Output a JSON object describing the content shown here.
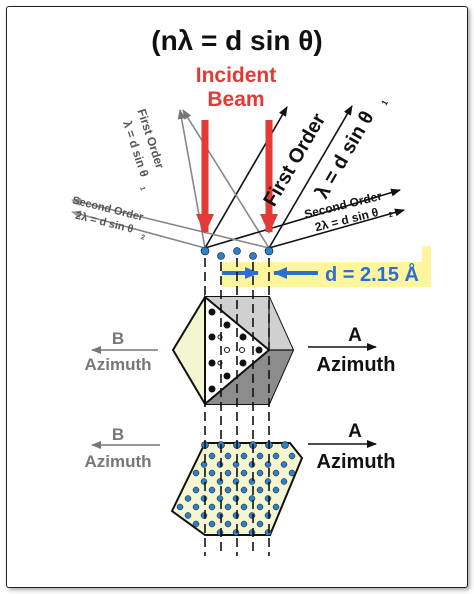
{
  "equation": "(nλ = d sin θ)",
  "incident_beam": {
    "line1": "Incident",
    "line2": "Beam"
  },
  "first_order_right": {
    "line1": "First Order",
    "line2": "λ = d sin θ",
    "sub": "1"
  },
  "first_order_left": {
    "line1": "First Order",
    "line2": "λ = d sin θ",
    "sub": "1"
  },
  "second_order_left": {
    "line1": "Second Order",
    "line2": "2λ = d sin θ",
    "sub": "2"
  },
  "second_order_right": {
    "line1": "Second Order",
    "line2": "2λ = d sin θ",
    "sub": "2"
  },
  "spacing_label": "d = 2.15 Å",
  "azimuth_top": {
    "b_letter": "B",
    "b_label": "Azimuth",
    "a_letter": "A",
    "a_label": "Azimuth"
  },
  "azimuth_bottom": {
    "b_letter": "B",
    "b_label": "Azimuth",
    "a_letter": "A",
    "a_label": "Azimuth"
  },
  "colors": {
    "beam": "#e53935",
    "arrow_blue": "#2a6fd1",
    "highlight": "#fff59d",
    "cream": "#f4f6d2",
    "atom": "#2f7fc4",
    "grey": "#8a8a8a"
  }
}
